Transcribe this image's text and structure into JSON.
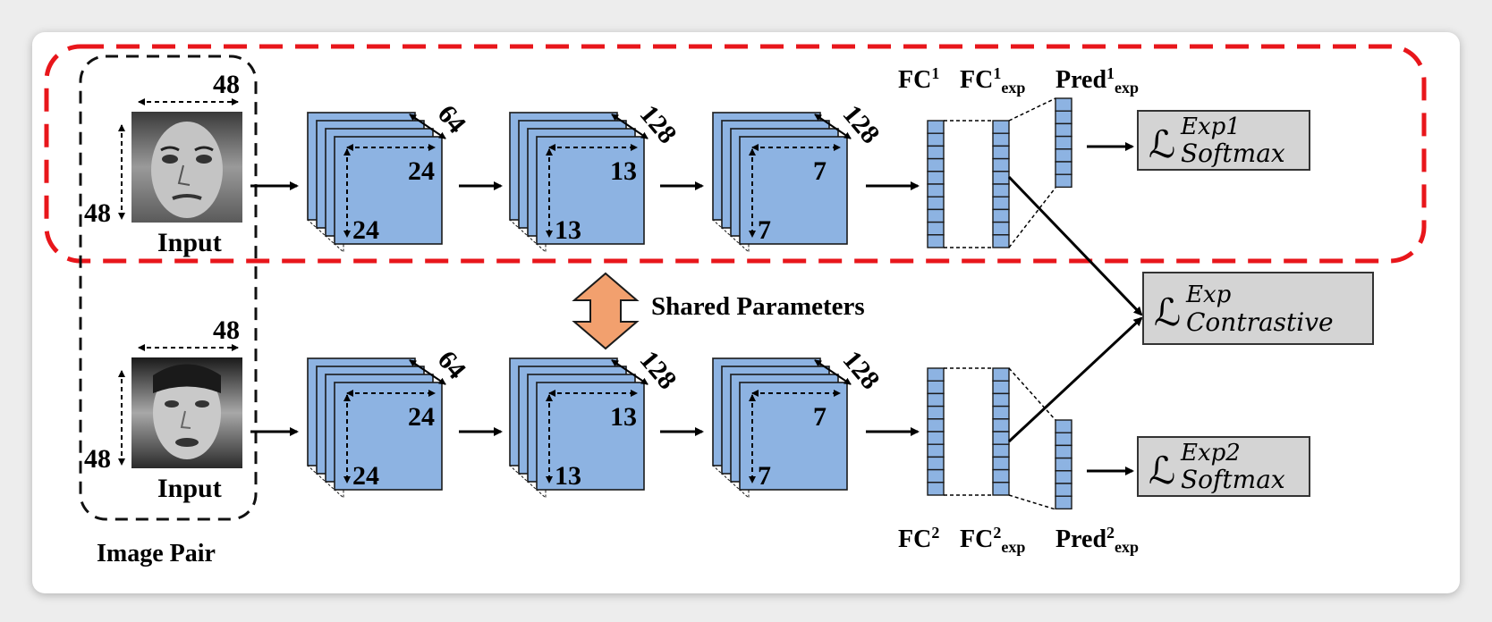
{
  "group_label": "Image Pair",
  "input_label": "Input",
  "input_size": "48",
  "shared_label": "Shared Parameters",
  "conv_blocks": [
    {
      "spatial": "24",
      "channels": "64"
    },
    {
      "spatial": "13",
      "channels": "128"
    },
    {
      "spatial": "7",
      "channels": "128"
    }
  ],
  "fc_labels_top": {
    "fc": "FC",
    "fc_sup": "1",
    "fcexp": "FC",
    "fcexp_sup": "1",
    "fcexp_sub": "exp",
    "pred": "Pred",
    "pred_sup": "1",
    "pred_sub": "exp"
  },
  "fc_labels_bottom": {
    "fc": "FC",
    "fc_sup": "2",
    "fcexp": "FC",
    "fcexp_sup": "2",
    "fcexp_sub": "exp",
    "pred": "Pred",
    "pred_sup": "2",
    "pred_sub": "exp"
  },
  "losses": {
    "softmax1": {
      "sup": "Exp1",
      "sub": "Softmax"
    },
    "contrastive": {
      "sup": "Exp",
      "sub": "Contrastive"
    },
    "softmax2": {
      "sup": "Exp2",
      "sub": "Softmax"
    }
  },
  "colors": {
    "block_fill": "#8db3e2",
    "block_stroke": "#1a1a1a",
    "dash_red": "#e8161b",
    "arrow_fill": "#f2a06e",
    "loss_fill": "#d4d4d4"
  }
}
